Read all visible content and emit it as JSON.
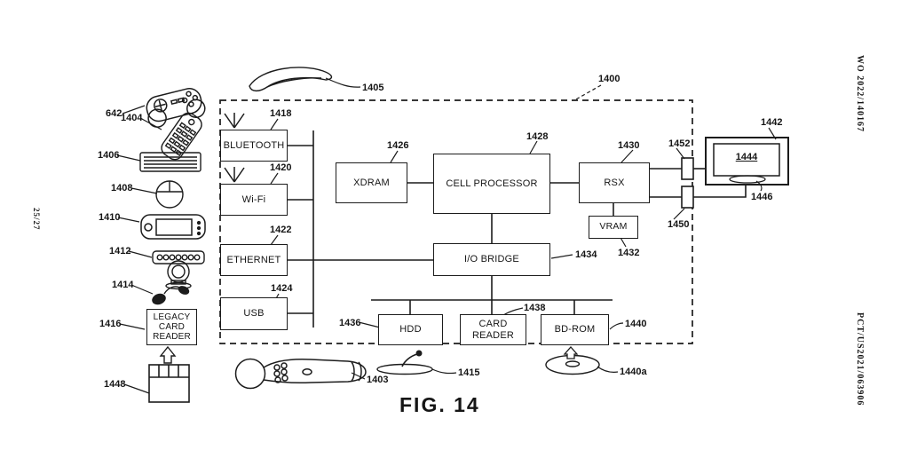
{
  "doc": {
    "sheet_number": "25/27",
    "publication_number": "WO 2022/140167",
    "application_number": "PCT/US2021/063906",
    "figure_caption": "FIG. 14"
  },
  "system": {
    "ref": "1400",
    "blocks": {
      "bluetooth": {
        "label": "BLUETOOTH",
        "ref": "1418"
      },
      "wifi": {
        "label": "Wi-Fi",
        "ref": "1420"
      },
      "ethernet": {
        "label": "ETHERNET",
        "ref": "1422"
      },
      "usb": {
        "label": "USB",
        "ref": "1424"
      },
      "xdram": {
        "label": "XDRAM",
        "ref": "1426"
      },
      "cell_processor": {
        "label": "CELL PROCESSOR",
        "ref": "1428"
      },
      "rsx": {
        "label": "RSX",
        "ref": "1430"
      },
      "vram": {
        "label": "VRAM",
        "ref": "1432"
      },
      "io_bridge": {
        "label": "I/O BRIDGE",
        "ref": "1434"
      },
      "hdd": {
        "label": "HDD",
        "ref": "1436"
      },
      "card_reader": {
        "label": "CARD READER",
        "ref": "1438"
      },
      "bd_rom": {
        "label": "BD-ROM",
        "ref": "1440"
      }
    }
  },
  "display": {
    "monitor_ref": "1442",
    "screen_ref": "1444",
    "speaker_ref": "1446",
    "connector_top_ref": "1452",
    "connector_bottom_ref": "1450"
  },
  "peripherals": {
    "game_controller_ref": "642",
    "remote_control_ref": "1404",
    "keyboard_ref": "1406",
    "mouse_ref": "1408",
    "handheld_console_ref": "1410",
    "video_camera_ref": "1412",
    "headset_ref": "1414",
    "legacy_card_reader": {
      "label": "LEGACY CARD READER",
      "ref": "1416"
    },
    "memory_card_ref": "1448",
    "move_controller_ref": "1403",
    "microphone_ref": "1415",
    "optical_disc_ref": "1440a",
    "curved_controller_ref": "1405"
  }
}
